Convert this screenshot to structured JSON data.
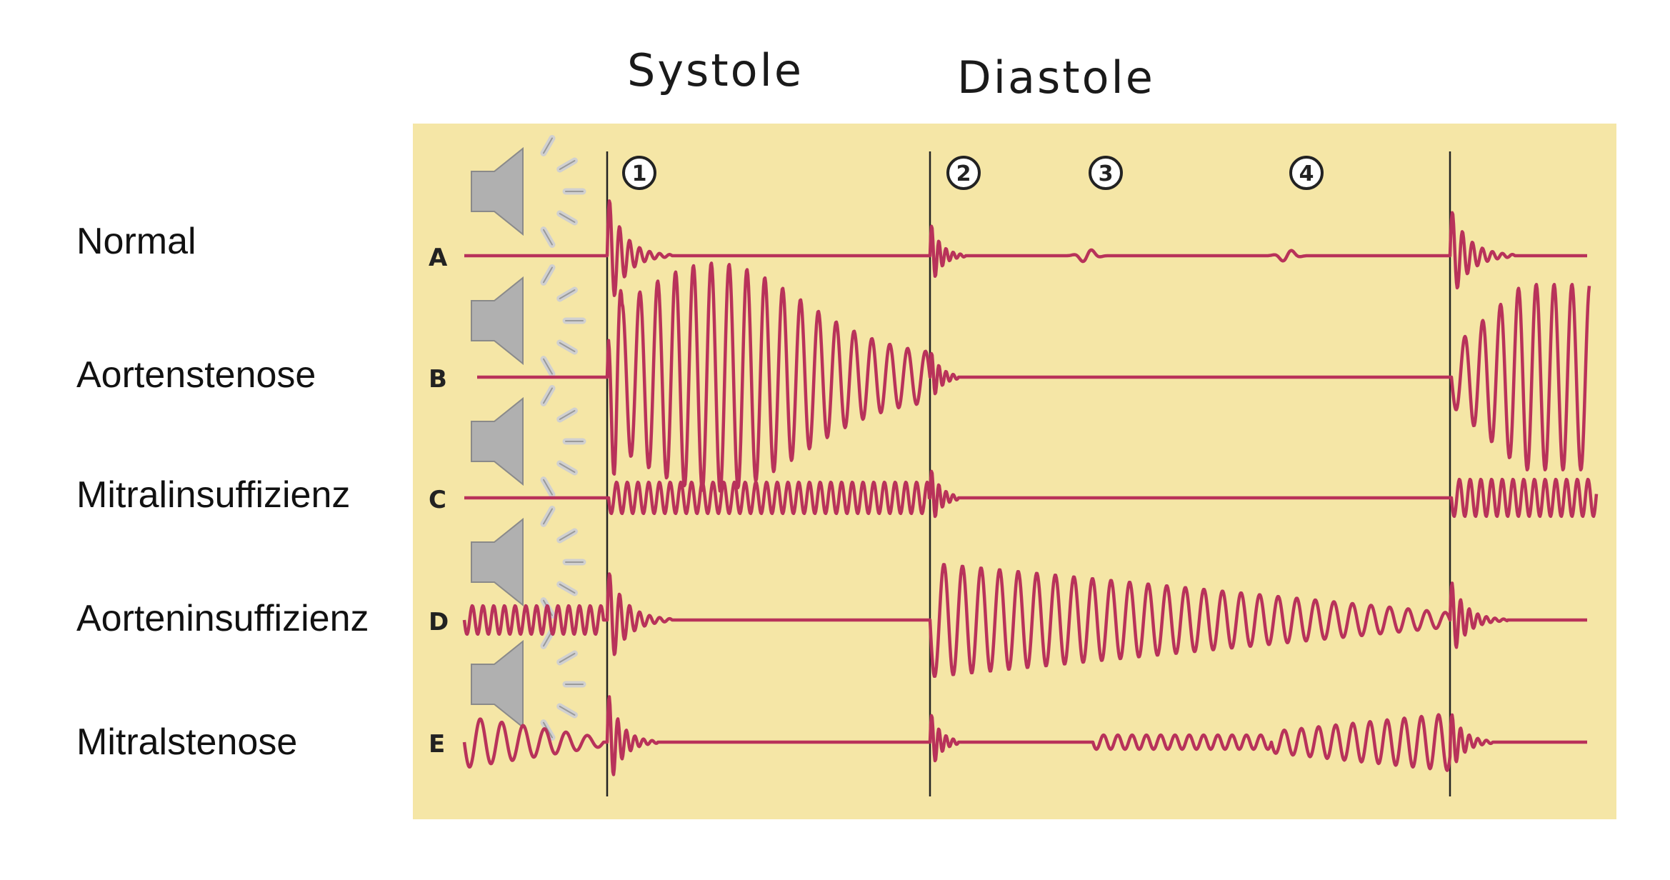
{
  "header": {
    "systole": "Systole",
    "diastole": "Diastole"
  },
  "rows": [
    {
      "label": "Normal",
      "letter": "A"
    },
    {
      "label": "Aortenstenose",
      "letter": "B"
    },
    {
      "label": "Mitralinsuffizienz",
      "letter": "C"
    },
    {
      "label": "Aorteninsuffizienz",
      "letter": "D"
    },
    {
      "label": "Mitralstenose",
      "letter": "E"
    }
  ],
  "markers": [
    "1",
    "2",
    "3",
    "4"
  ],
  "colors": {
    "panel": "#f5e6a6",
    "waveform": "#b8325a",
    "speaker": "#a8a8a8",
    "divider": "#222222"
  },
  "icons": [
    "speaker-icon"
  ]
}
